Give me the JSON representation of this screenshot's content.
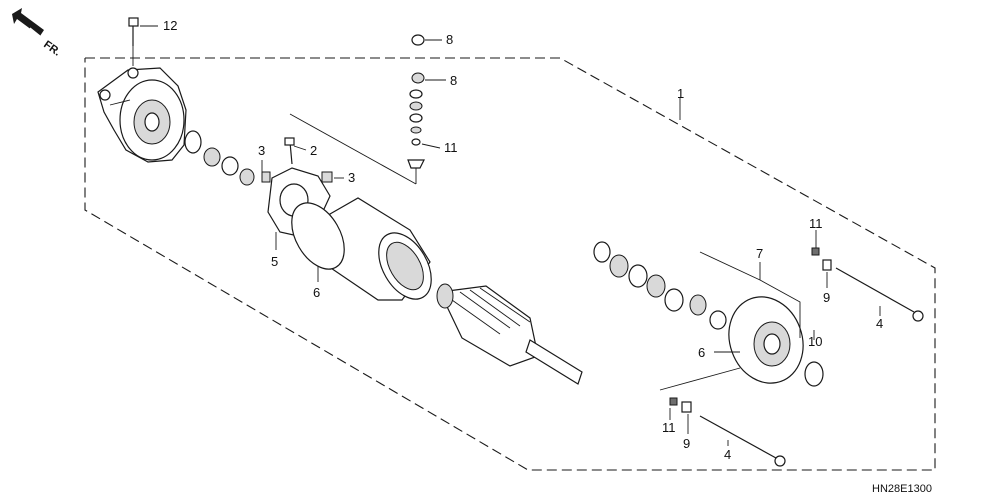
{
  "direction_indicator": {
    "label": "FR."
  },
  "diagram_code": "HN28E1300",
  "callouts": [
    {
      "id": "c12",
      "label": "12"
    },
    {
      "id": "c8a",
      "label": "8"
    },
    {
      "id": "c8b",
      "label": "8"
    },
    {
      "id": "c1",
      "label": "1"
    },
    {
      "id": "c11a",
      "label": "11"
    },
    {
      "id": "c2",
      "label": "2"
    },
    {
      "id": "c3a",
      "label": "3"
    },
    {
      "id": "c3b",
      "label": "3"
    },
    {
      "id": "c5",
      "label": "5"
    },
    {
      "id": "c6a",
      "label": "6"
    },
    {
      "id": "c7",
      "label": "7"
    },
    {
      "id": "c11b",
      "label": "11"
    },
    {
      "id": "c9a",
      "label": "9"
    },
    {
      "id": "c4a",
      "label": "4"
    },
    {
      "id": "c10",
      "label": "10"
    },
    {
      "id": "c6b",
      "label": "6"
    },
    {
      "id": "c11c",
      "label": "11"
    },
    {
      "id": "c9b",
      "label": "9"
    },
    {
      "id": "c4b",
      "label": "4"
    }
  ]
}
